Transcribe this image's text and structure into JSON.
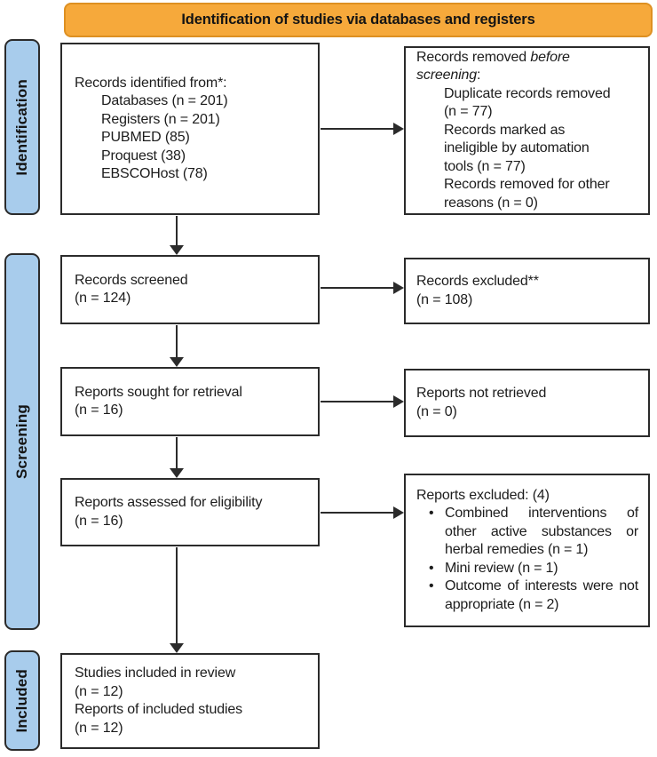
{
  "banner": {
    "label": "Identification of studies via databases and registers"
  },
  "sidebar": {
    "identification": "Identification",
    "screening": "Screening",
    "included": "Included"
  },
  "boxes": {
    "records_identified": {
      "title": "Records identified from*:",
      "items": [
        "Databases (n = 201)",
        "Registers (n = 201)",
        "PUBMED (85)",
        "Proquest (38)",
        "EBSCOHost (78)"
      ]
    },
    "records_removed": {
      "title_prefix": "Records removed ",
      "title_italic": "before screening",
      "title_suffix": ":",
      "items": [
        "Duplicate records removed (n = 77)",
        "Records marked as ineligible by automation tools (n = 77)",
        "Records removed for other reasons (n = 0)"
      ]
    },
    "records_screened": {
      "lines": [
        "Records screened",
        "(n = 124)"
      ]
    },
    "records_excluded": {
      "lines": [
        "Records excluded**",
        "(n = 108)"
      ]
    },
    "reports_sought": {
      "lines": [
        "Reports sought for retrieval",
        "(n = 16)"
      ]
    },
    "reports_not_retrieved": {
      "lines": [
        "Reports not retrieved",
        "(n = 0)"
      ]
    },
    "reports_assessed": {
      "lines": [
        "Reports assessed for eligibility",
        "(n = 16)"
      ]
    },
    "reports_excluded": {
      "title": "Reports excluded: (4)",
      "bullet_glyph": "•",
      "bullets": [
        "Combined interventions of other active substances or herbal remedies (n = 1)",
        "Mini review (n = 1)",
        "Outcome of interests were not appropriate (n = 2)"
      ]
    },
    "studies_included": {
      "lines": [
        "Studies included in review",
        "(n = 12)",
        "Reports of included studies",
        "(n = 12)"
      ]
    }
  },
  "colors": {
    "banner_fill": "#F6A93B",
    "banner_border": "#DE9022",
    "sidebar_fill": "#A8CCEC",
    "line": "#2B2B2B"
  }
}
